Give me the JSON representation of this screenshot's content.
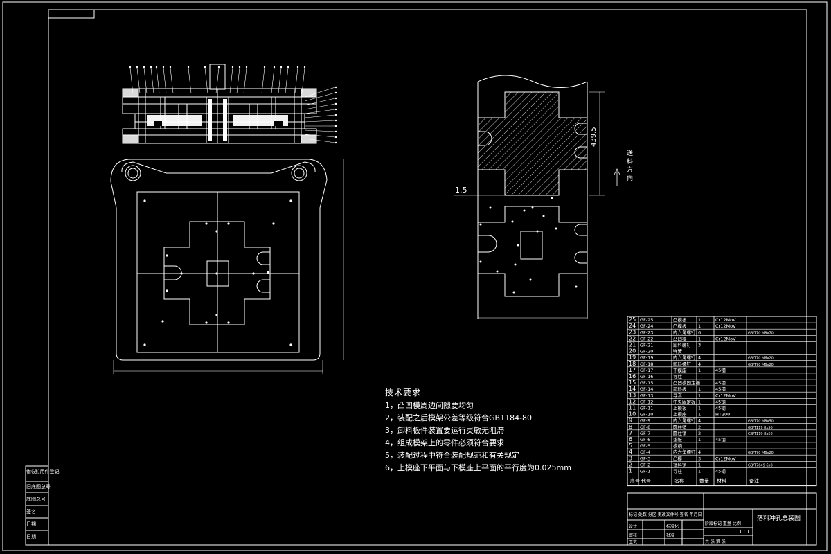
{
  "drawing": {
    "title": "落料冲孔总装图",
    "scale": "1 : 1",
    "layout_dim": "1.5",
    "vertical_dim": "439.5",
    "feed_direction": "送料方向"
  },
  "technical_requirements": {
    "title": "技术要求",
    "items": [
      "1，凸凹模周边间隙要均匀",
      "2，装配之后模架公差等级符合GB1184-80",
      "3，卸料板件装置要运行灵敏无阻滞",
      "4，组成模架上的零件必须符合要求",
      "5，装配过程中符合装配规范和有关规定",
      "6，上模座下平面与下模座上平面的平行度为0.025mm"
    ]
  },
  "bom": {
    "header": [
      "序号",
      "代号",
      "名称",
      "数量",
      "材料",
      "备注"
    ],
    "rows": [
      [
        "25",
        "GF-25",
        "凸模板",
        "1",
        "Cr12MoV",
        ""
      ],
      [
        "24",
        "GF-24",
        "凸模板",
        "1",
        "Cr12MoV",
        ""
      ],
      [
        "23",
        "GF-23",
        "内六角螺钉",
        "6",
        "",
        "GB/T70 M8x70"
      ],
      [
        "22",
        "GF-22",
        "凸凹模",
        "1",
        "Cr12MoV",
        ""
      ],
      [
        "21",
        "GF-21",
        "卸料螺钉",
        "3",
        "",
        ""
      ],
      [
        "20",
        "GF-20",
        "弹簧",
        "",
        "",
        ""
      ],
      [
        "19",
        "GF-19",
        "内六角螺钉",
        "4",
        "",
        "GB/T70 M6x20"
      ],
      [
        "18",
        "GF-18",
        "卸料螺钉",
        "4",
        "",
        "GB/T70 M6x20"
      ],
      [
        "17",
        "GF-17",
        "下模座",
        "1",
        "45钢",
        ""
      ],
      [
        "16",
        "GF-16",
        "导柱",
        "",
        "",
        ""
      ],
      [
        "15",
        "GF-15",
        "凸凹模固定板",
        "1",
        "45钢",
        ""
      ],
      [
        "14",
        "GF-14",
        "卸料板",
        "1",
        "45钢",
        ""
      ],
      [
        "13",
        "GF-13",
        "导套",
        "1",
        "Cr12MoV",
        ""
      ],
      [
        "12",
        "GF-12",
        "中央固定板",
        "1",
        "45钢",
        ""
      ],
      [
        "11",
        "GF-11",
        "上模板",
        "1",
        "45钢",
        ""
      ],
      [
        "10",
        "GF-10",
        "上模座",
        "1",
        "HT200",
        ""
      ],
      [
        "9",
        "GF-9",
        "内六角螺钉",
        "4",
        "",
        "GB/T70 M8x50"
      ],
      [
        "8",
        "GF-8",
        "圆柱销",
        "2",
        "",
        "GB/T119 8x50"
      ],
      [
        "7",
        "GF-7",
        "圆柱销",
        "2",
        "",
        "GB/T119 8x50"
      ],
      [
        "6",
        "GF-6",
        "垫板",
        "1",
        "45钢",
        ""
      ],
      [
        "5",
        "GF-5",
        "模柄",
        "",
        "",
        ""
      ],
      [
        "4",
        "GF-4",
        "内六角螺钉",
        "4",
        "",
        "GB/T70 M6x20"
      ],
      [
        "3",
        "GF-3",
        "凸模",
        "3",
        "Cr12MoV",
        ""
      ],
      [
        "2",
        "GF-2",
        "挡料销",
        "1",
        "",
        "GB/T7649 6x8"
      ],
      [
        "1",
        "GF-1",
        "导柱",
        "1",
        "45钢",
        ""
      ]
    ]
  },
  "title_block": {
    "design": "设计",
    "standardization": "标准化",
    "review": "审核",
    "process": "工艺",
    "approve": "批准",
    "stage_labels": "阶段标记 重量 比例",
    "sheet": "共 张 第 张",
    "marks": "标记 处数 分区 更改文件号 签名 年月日"
  },
  "side_stamps": [
    "借(通)用件登记",
    "旧底图总号",
    "底图总号",
    "签名",
    "日期",
    "日期"
  ],
  "colors": {
    "background": "#000000",
    "lines": "#ffffff",
    "hatch": "#ffffff"
  }
}
